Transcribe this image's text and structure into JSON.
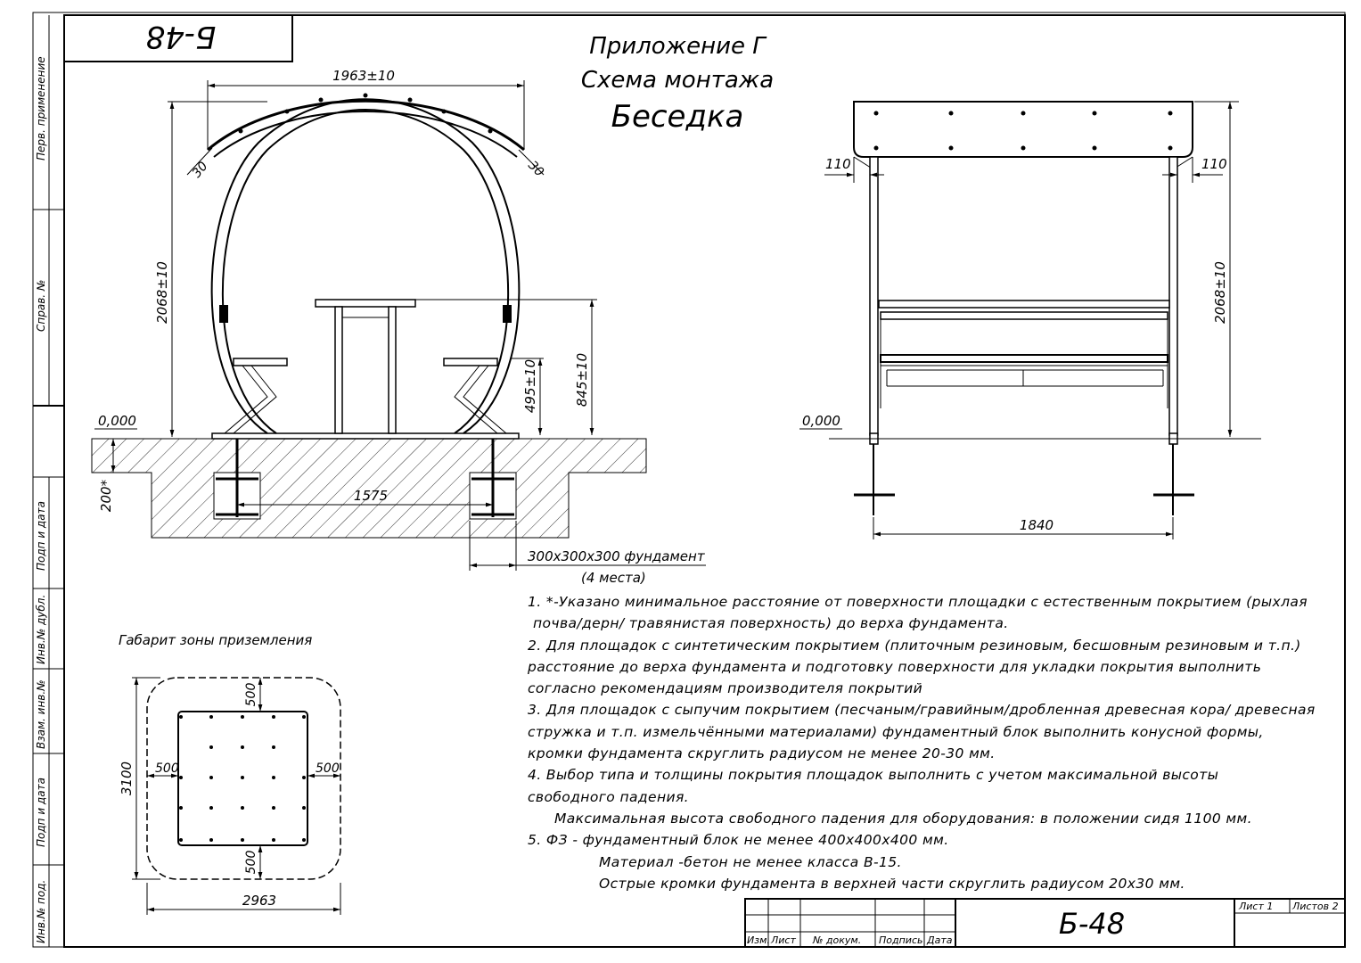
{
  "sheet_code_top": "Б-48",
  "header": {
    "line1": "Приложение Г",
    "line2": "Схема монтажа",
    "line3": "Беседка"
  },
  "side_stamp": [
    "Перв. применение",
    "Справ. №",
    "Подп и дата",
    "Инв.№ дубл.",
    "Взам. инв.№",
    "Подп и дата",
    "Инв.№ под."
  ],
  "front_view": {
    "width_dim": "1963±10",
    "height_dim": "2068±10",
    "offset_left": "30",
    "offset_right": "30",
    "seat_height": "495±10",
    "table_height": "845±10",
    "level_mark": "0,000",
    "found_depth": "200*",
    "found_spacing": "1575",
    "found_label": "300x300x300 фундамент",
    "found_count": "(4 места)"
  },
  "side_view": {
    "left_overhang": "110",
    "right_overhang": "110",
    "height_dim": "2068±10",
    "level_mark": "0,000",
    "width_dim": "1840"
  },
  "zone": {
    "title": "Габарит зоны приземления",
    "top_margin": "500",
    "left_margin": "500",
    "right_margin": "500",
    "bottom_margin": "500",
    "height_dim": "3100",
    "width_dim": "2963"
  },
  "notes": [
    {
      "text": "1.    *-Указано минимальное расстояние от поверхности площадки с естественным покрытием (рыхлая",
      "cls": ""
    },
    {
      "text": "почва/дерн/ травянистая поверхность) до верха фундамента.",
      "cls": "p1"
    },
    {
      "text": "2.    Для площадок с синтетическим покрытием (плиточным резиновым, бесшовным резиновым и т.п.)",
      "cls": ""
    },
    {
      "text": "расстояние до верха фундамента и подготовку поверхности для укладки покрытия выполнить",
      "cls": ""
    },
    {
      "text": "согласно рекомендациям производителя покрытий",
      "cls": ""
    },
    {
      "text": "3.    Для площадок с сыпучим покрытием (песчаным/гравийным/дробленная древесная кора/ древесная",
      "cls": ""
    },
    {
      "text": "стружка и т.п. измельчёнными материалами) фундаментный блок выполнить конусной формы,",
      "cls": ""
    },
    {
      "text": "кромки фундамента скруглить радиусом не менее 20-30 мм.",
      "cls": ""
    },
    {
      "text": "4.    Выбор типа и толщины покрытия площадок выполнить с учетом максимальной высоты",
      "cls": ""
    },
    {
      "text": "свободного падения.",
      "cls": ""
    },
    {
      "text": "Максимальная высота свободного падения для оборудования: в положении сидя 1100 мм.",
      "cls": "ind1"
    },
    {
      "text": "5.    ФЗ - фундаментный блок не менее 400x400x400 мм.",
      "cls": ""
    },
    {
      "text": "Материал -бетон не менее класса В-15.",
      "cls": "ind2"
    },
    {
      "text": "Острые кромки фундамента в верхней части скруглить радиусом 20x30 мм.",
      "cls": "ind2"
    }
  ],
  "title_block": {
    "code": "Б-48",
    "sheet_label": "Лист 1",
    "sheets_label": "Листов 2",
    "col_izm": "Изм.",
    "col_list": "Лист",
    "col_doc": "№ докум.",
    "col_sign": "Подпись",
    "col_date": "Дата"
  }
}
